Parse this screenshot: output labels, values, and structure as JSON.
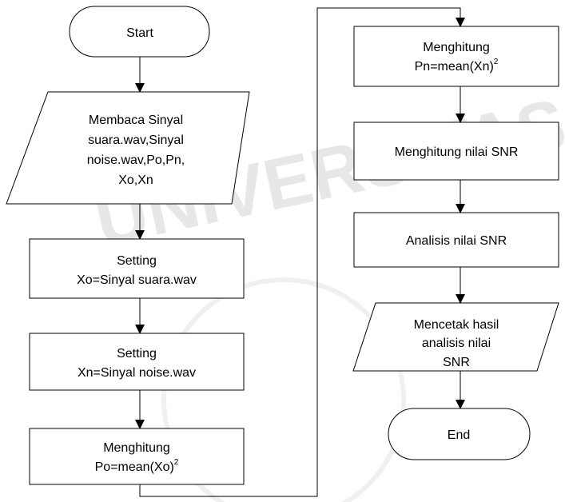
{
  "flowchart": {
    "left_column": {
      "start": "Start",
      "read_input": [
        "Membaca Sinyal",
        "suara.wav,Sinyal",
        "noise.wav,Po,Pn,",
        "Xo,Xn"
      ],
      "setting_xo": [
        "Setting",
        "Xo=Sinyal suara.wav"
      ],
      "setting_xn": [
        "Setting",
        "Xn=Sinyal noise.wav"
      ],
      "compute_po": {
        "line1": "Menghitung",
        "formula": "Po=mean(Xo)",
        "superscript": "2"
      }
    },
    "right_column": {
      "compute_pn": {
        "line1": "Menghitung",
        "formula": "Pn=mean(Xn)",
        "superscript": "2"
      },
      "compute_snr": "Menghitung nilai SNR",
      "analyze_snr": "Analisis nilai SNR",
      "print_result": [
        "Mencetak hasil",
        "analisis nilai",
        "SNR"
      ],
      "end": "End"
    }
  },
  "watermark": {
    "text": "UNIVERSITAS BRAWIJAYA",
    "color": "#d8d8d8"
  },
  "colors": {
    "stroke": "#000000",
    "fill": "#ffffff",
    "text": "#000000"
  }
}
